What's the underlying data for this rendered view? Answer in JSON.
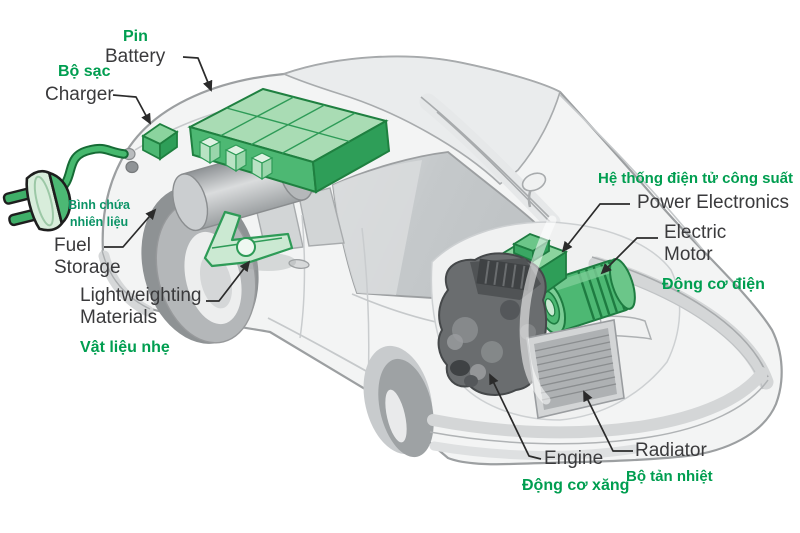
{
  "colors": {
    "label_green": "#009E50",
    "label_teal": "#0C9467",
    "label_dark": "#3A3A3C",
    "component_green": "#4DB873",
    "component_green_dark": "#1E7C41",
    "body_gray": "#F3F4F4",
    "outline_gray": "#9C9FA1"
  },
  "labels": {
    "battery": {
      "vi": "Pin",
      "en": "Battery"
    },
    "charger": {
      "vi": "Bộ sạc",
      "en": "Charger"
    },
    "fuel_storage": {
      "vi": "Bình chứa nhiên liệu",
      "en": "Fuel Storage"
    },
    "lightweighting": {
      "en": "Lightweighting Materials",
      "vi": "Vật liệu nhẹ"
    },
    "power_electronics": {
      "vi": "Hệ thống điện tử công suất",
      "en": "Power Electronics"
    },
    "electric_motor": {
      "en": "Electric Motor",
      "vi": "Động cơ điện"
    },
    "engine": {
      "en": "Engine",
      "vi": "Động cơ xăng"
    },
    "radiator": {
      "en": "Radiator",
      "vi": "Bộ tản nhiệt"
    }
  }
}
